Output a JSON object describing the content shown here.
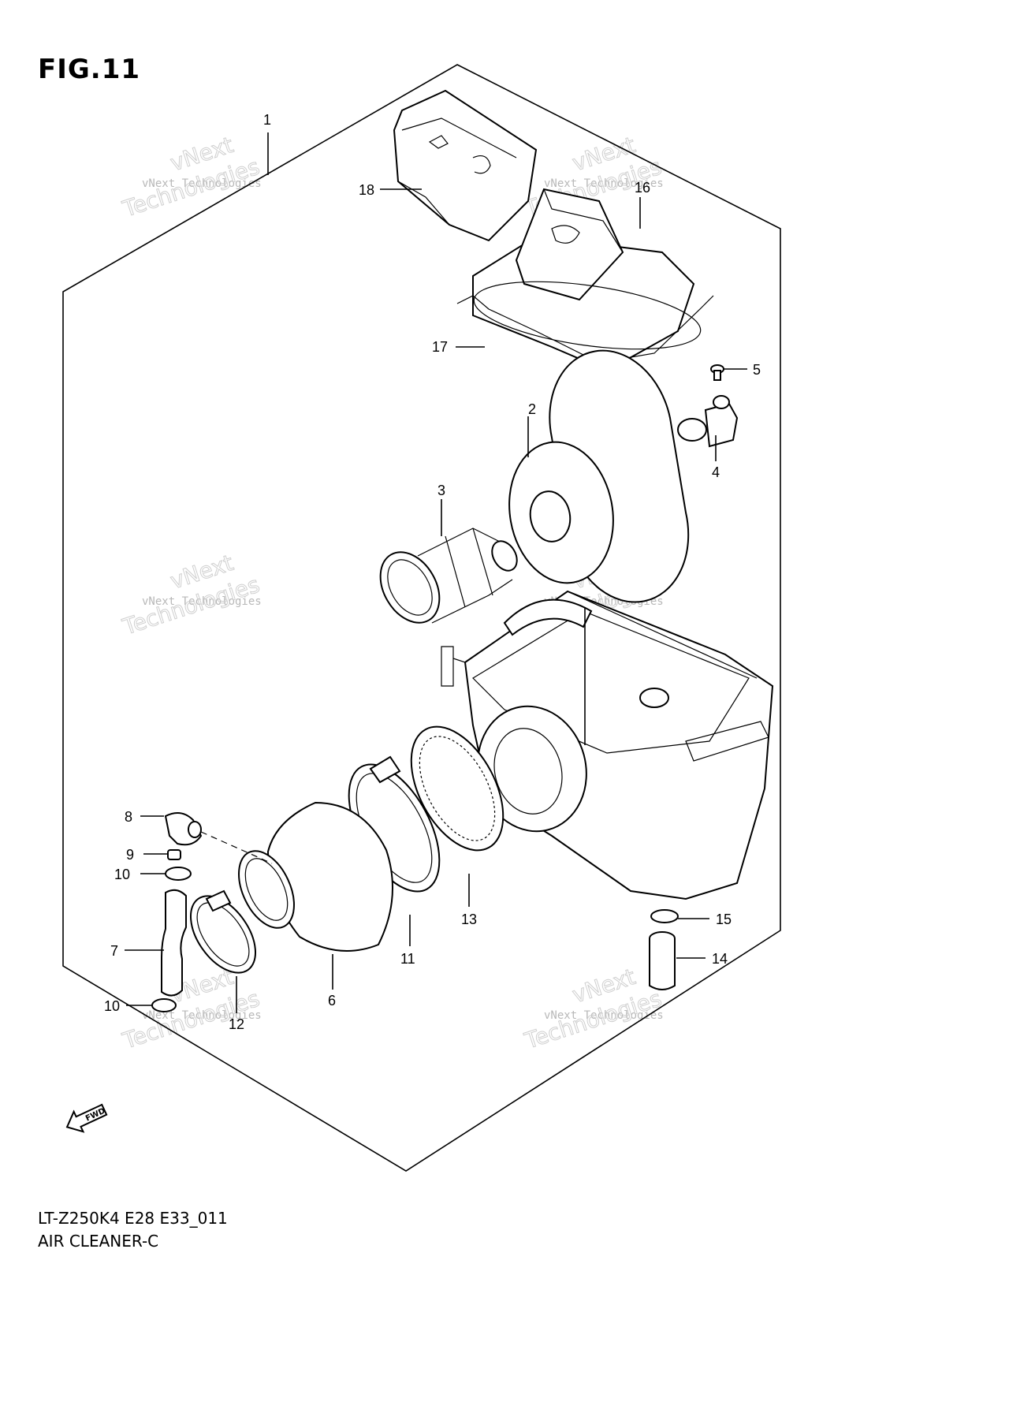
{
  "figure": {
    "title": "FIG.11",
    "model_code": "LT-Z250K4 E28 E33_011",
    "group_name": "AIR CLEANER-C",
    "fwd_label": "FWD"
  },
  "watermark": {
    "small": "vNext Technologies",
    "big_line1": "vNext",
    "big_line2": "Technologies"
  },
  "callouts": [
    "1",
    "2",
    "3",
    "4",
    "5",
    "6",
    "7",
    "8",
    "9",
    "10",
    "10",
    "11",
    "12",
    "13",
    "14",
    "15",
    "16",
    "17",
    "18"
  ]
}
